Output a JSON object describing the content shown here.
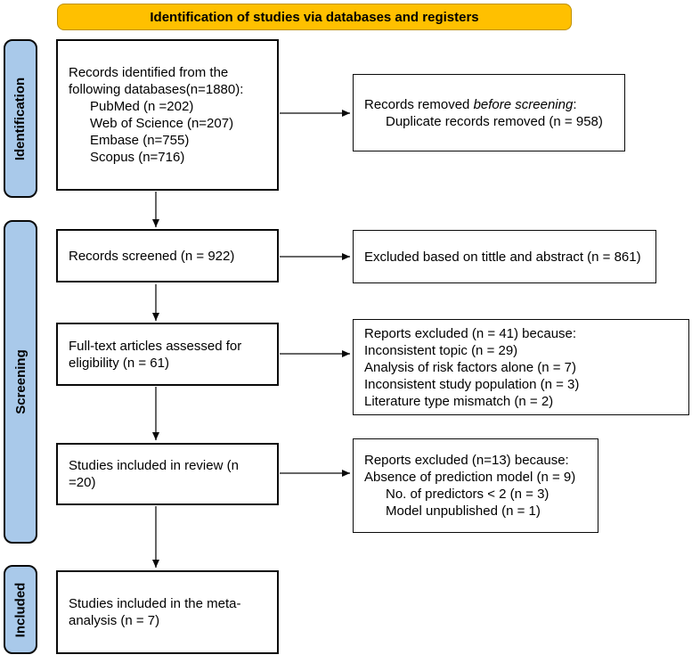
{
  "header": {
    "title": "Identification of studies via databases and registers"
  },
  "stages": {
    "identification": "Identification",
    "screening": "Screening",
    "included": "Included"
  },
  "boxes": {
    "records_identified": {
      "intro": "Records identified from the following databases(n=1880):",
      "items": [
        "PubMed (n =202)",
        "Web of Science (n=207)",
        "Embase (n=755)",
        "Scopus (n=716)"
      ]
    },
    "records_removed": {
      "prefix": "Records removed ",
      "italic": "before screening",
      "suffix": ":",
      "items": [
        "Duplicate records removed (n = 958)"
      ]
    },
    "records_screened": {
      "text": "Records screened (n = 922)"
    },
    "excluded_title_abstract": {
      "text": "Excluded based on tittle and abstract (n = 861)"
    },
    "fulltext_assessed": {
      "text": "Full-text articles assessed for eligibility (n = 61)"
    },
    "reports_excluded_fulltext": {
      "lines": [
        "Reports excluded (n = 41) because:",
        "Inconsistent topic (n = 29)",
        "Analysis of risk factors alone (n = 7)",
        "Inconsistent study population (n = 3)",
        "Literature type mismatch (n = 2)"
      ]
    },
    "studies_included_review": {
      "text": "Studies included in review (n =20)"
    },
    "reports_excluded_review": {
      "lines": [
        "Reports excluded (n=13) because:",
        "Absence of prediction model (n = 9)"
      ],
      "indented_items": [
        "No. of predictors < 2 (n = 3)",
        "Model unpublished (n = 1)"
      ]
    },
    "studies_included_meta": {
      "text": "Studies included in the meta-analysis (n = 7)"
    }
  },
  "colors": {
    "banner_fill": "#FFC000",
    "banner_border": "#BF9000",
    "stage_fill": "#A9C9EA",
    "box_border": "#0a0a0a"
  }
}
